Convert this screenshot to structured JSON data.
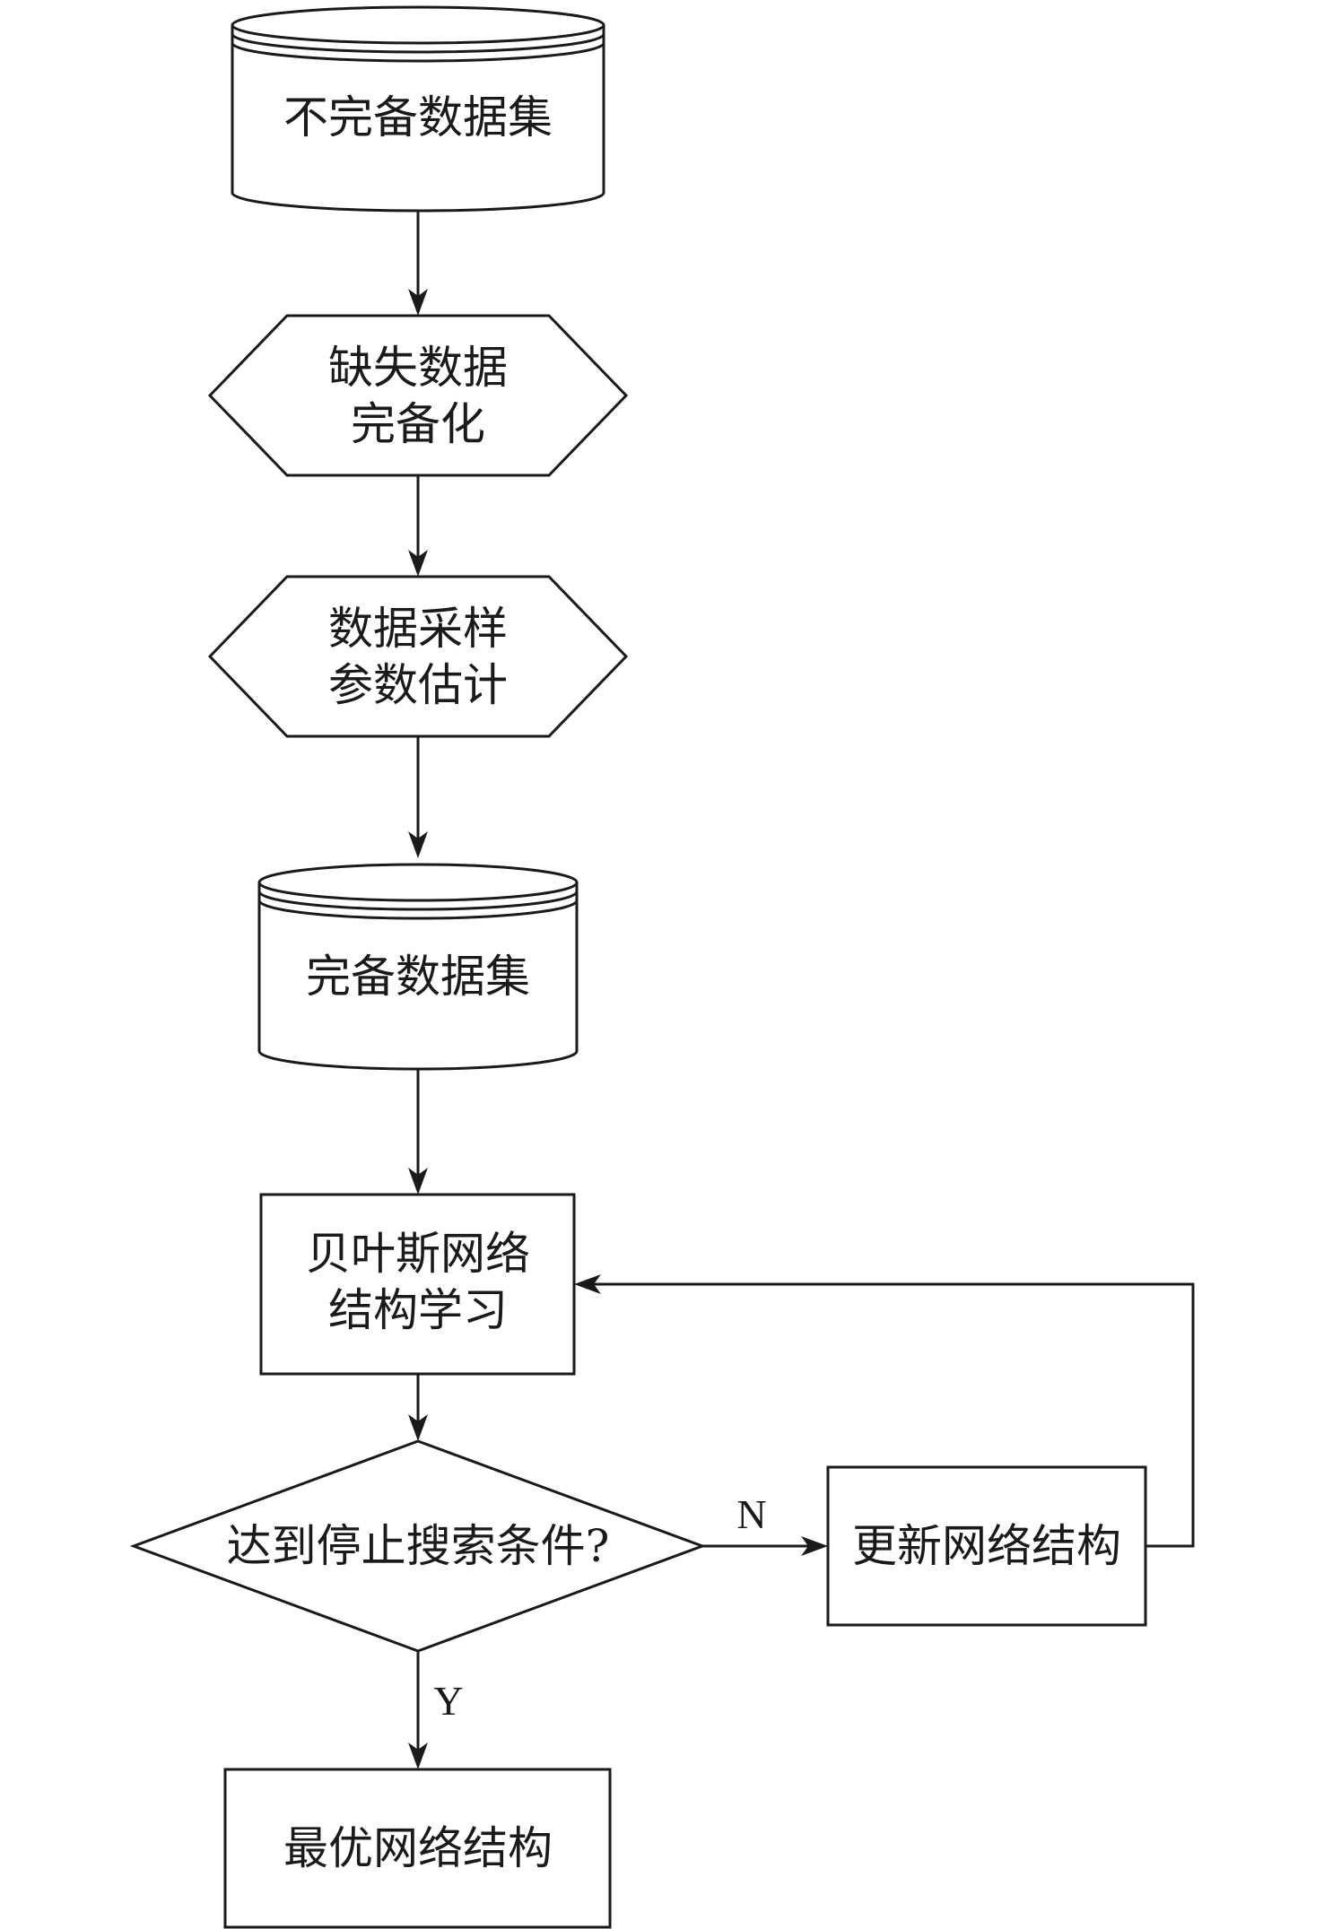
{
  "nodes": {
    "incomplete_dataset": {
      "label": "不完备数据集"
    },
    "missing_data_completion": {
      "lines": [
        "缺失数据",
        "完备化"
      ]
    },
    "sampling_estimation": {
      "lines": [
        "数据采样",
        "参数估计"
      ]
    },
    "complete_dataset": {
      "label": "完备数据集"
    },
    "bn_structure_learning": {
      "lines": [
        "贝叶斯网络",
        "结构学习"
      ]
    },
    "stop_condition": {
      "label": "达到停止搜索条件?"
    },
    "update_structure": {
      "label": "更新网络结构"
    },
    "optimal_structure": {
      "label": "最优网络结构"
    }
  },
  "edges": {
    "no_label": "N",
    "yes_label": "Y"
  }
}
